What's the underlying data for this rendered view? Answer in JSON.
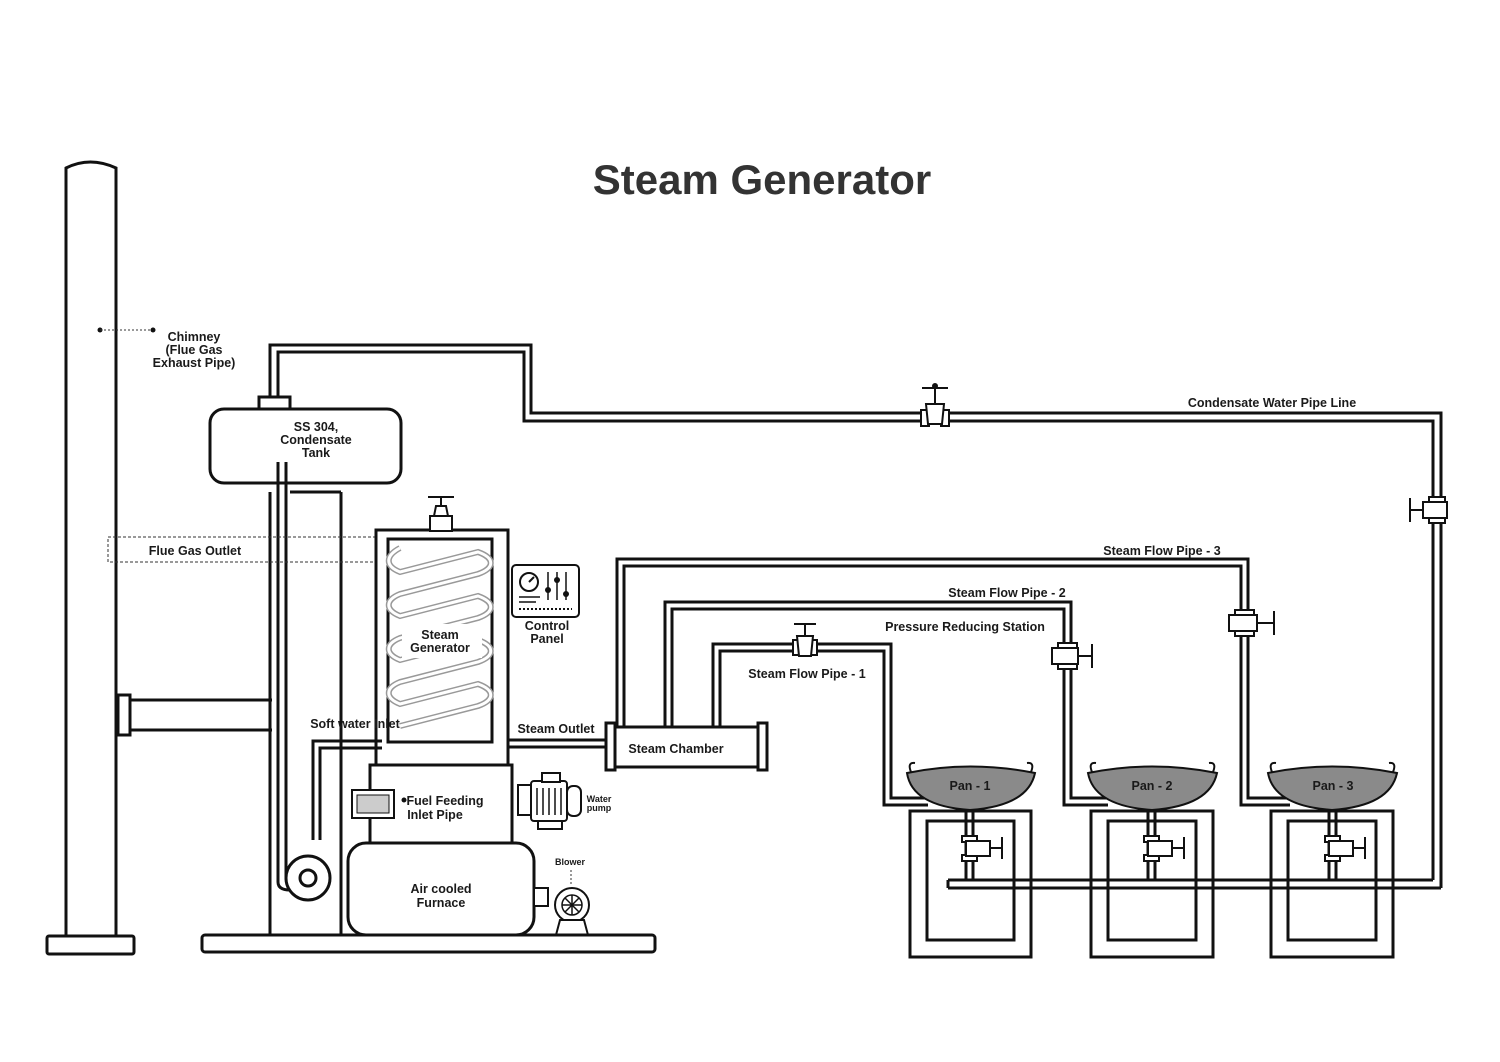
{
  "title": "Steam Generator",
  "labels": {
    "chimney": [
      "Chimney",
      "(Flue Gas",
      "Exhaust Pipe)"
    ],
    "condensate_tank": [
      "SS 304,",
      "Condensate",
      "Tank"
    ],
    "flue_gas_outlet": "Flue Gas Outlet",
    "steam_generator": [
      "Steam",
      "Generator"
    ],
    "control_panel": [
      "Control",
      "Panel"
    ],
    "soft_water_inlet": "Soft water Inlet",
    "steam_outlet": "Steam Outlet",
    "steam_chamber": "Steam Chamber",
    "fuel_feeding": [
      "Fuel Feeding",
      "Inlet Pipe"
    ],
    "water_pump": [
      "Water",
      "pump"
    ],
    "blower": "Blower",
    "furnace": [
      "Air cooled",
      "Furnace"
    ],
    "condensate_line": "Condensate Water  Pipe Line",
    "steam_pipe_1": "Steam Flow Pipe - 1",
    "steam_pipe_2": "Steam Flow Pipe - 2",
    "steam_pipe_3": "Steam Flow Pipe - 3",
    "pressure_reducing": "Pressure Reducing Station",
    "pans": [
      "Pan - 1",
      "Pan - 2",
      "Pan - 3"
    ]
  },
  "colors": {
    "line": "#111111",
    "pan_fill": "#8a8a8a",
    "title": "#333333"
  }
}
